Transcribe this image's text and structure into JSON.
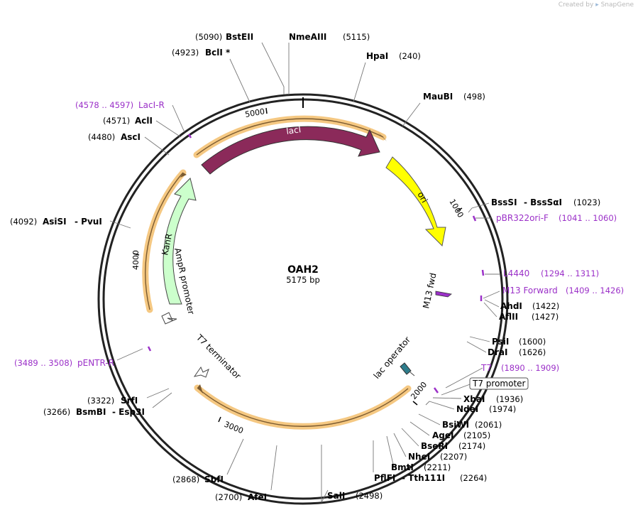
{
  "credit": {
    "prefix": "Created by",
    "brand": "SnapGene"
  },
  "plasmid": {
    "name": "OAH2",
    "size": "5175 bp",
    "length_bp": 5175
  },
  "ticks": [
    "1000",
    "2000",
    "3000",
    "4000",
    "5000"
  ],
  "features": [
    {
      "id": "laci",
      "label": "lacI",
      "color": "#8b2a5a"
    },
    {
      "id": "ori",
      "label": "ori",
      "color": "#ffff00"
    },
    {
      "id": "kanr",
      "label": "KanR",
      "color": "#ccffcc"
    },
    {
      "id": "ampr-promoter",
      "label": "AmpR promoter",
      "color": "#ffffff"
    },
    {
      "id": "t7-terminator",
      "label": "T7 terminator",
      "color": "#ffffff"
    },
    {
      "id": "lac-operator",
      "label": "lac operator",
      "color": "#2e7d8c"
    },
    {
      "id": "m13-fwd",
      "label": "M13 fwd",
      "color": "#9b30c8"
    }
  ],
  "enzymes": [
    {
      "name": "BstEII",
      "pos": "(5090)"
    },
    {
      "name": "NmeAIII",
      "pos": "(5115)"
    },
    {
      "name": "BclI *",
      "pos": "(4923)"
    },
    {
      "name": "HpaI",
      "pos": "(240)"
    },
    {
      "name": "MauBI",
      "pos": "(498)"
    },
    {
      "name": "AclI",
      "pos": "(4571)"
    },
    {
      "name": "AscI",
      "pos": "(4480)"
    },
    {
      "name": "BssSI",
      "name2": "- BssSαI",
      "pos": "(1023)"
    },
    {
      "name": "AsiSI",
      "name2": "- PvuI",
      "pos": "(4092)"
    },
    {
      "name": "AhdI",
      "pos": "(1422)"
    },
    {
      "name": "AflII",
      "pos": "(1427)"
    },
    {
      "name": "PsiI",
      "pos": "(1600)"
    },
    {
      "name": "DraI",
      "pos": "(1626)"
    },
    {
      "name": "XbaI",
      "pos": "(1936)"
    },
    {
      "name": "NdeI",
      "pos": "(1974)"
    },
    {
      "name": "SrfI",
      "pos": "(3322)"
    },
    {
      "name": "BsmBI",
      "name2": "- Esp3I",
      "pos": "(3266)"
    },
    {
      "name": "BsiWI",
      "pos": "(2061)"
    },
    {
      "name": "AgeI",
      "pos": "(2105)"
    },
    {
      "name": "BseRI",
      "pos": "(2174)"
    },
    {
      "name": "NheI",
      "pos": "(2207)"
    },
    {
      "name": "BmtI",
      "pos": "(2211)"
    },
    {
      "name": "PflFI",
      "name2": "- Tth111I",
      "pos": "(2264)"
    },
    {
      "name": "SbfI",
      "pos": "(2868)"
    },
    {
      "name": "AfeI",
      "pos": "(2700)"
    },
    {
      "name": "SalI",
      "pos": "(2498)"
    }
  ],
  "primers": [
    {
      "name": "LacI-R",
      "pos": "(4578 .. 4597)"
    },
    {
      "name": "pBR322ori-F",
      "pos": "(1041 .. 1060)"
    },
    {
      "name": "L4440",
      "pos": "(1294 .. 1311)"
    },
    {
      "name": "M13 Forward",
      "pos": "(1409 .. 1426)"
    },
    {
      "name": "T7",
      "pos": "(1890 .. 1909)"
    },
    {
      "name": "pENTR-R",
      "pos": "(3489 .. 3508)"
    }
  ],
  "boxed_feature": {
    "label": "T7 promoter"
  },
  "colors": {
    "primer": "#9b30c8",
    "highlight": "#f5c882",
    "backbone": "#222222"
  }
}
